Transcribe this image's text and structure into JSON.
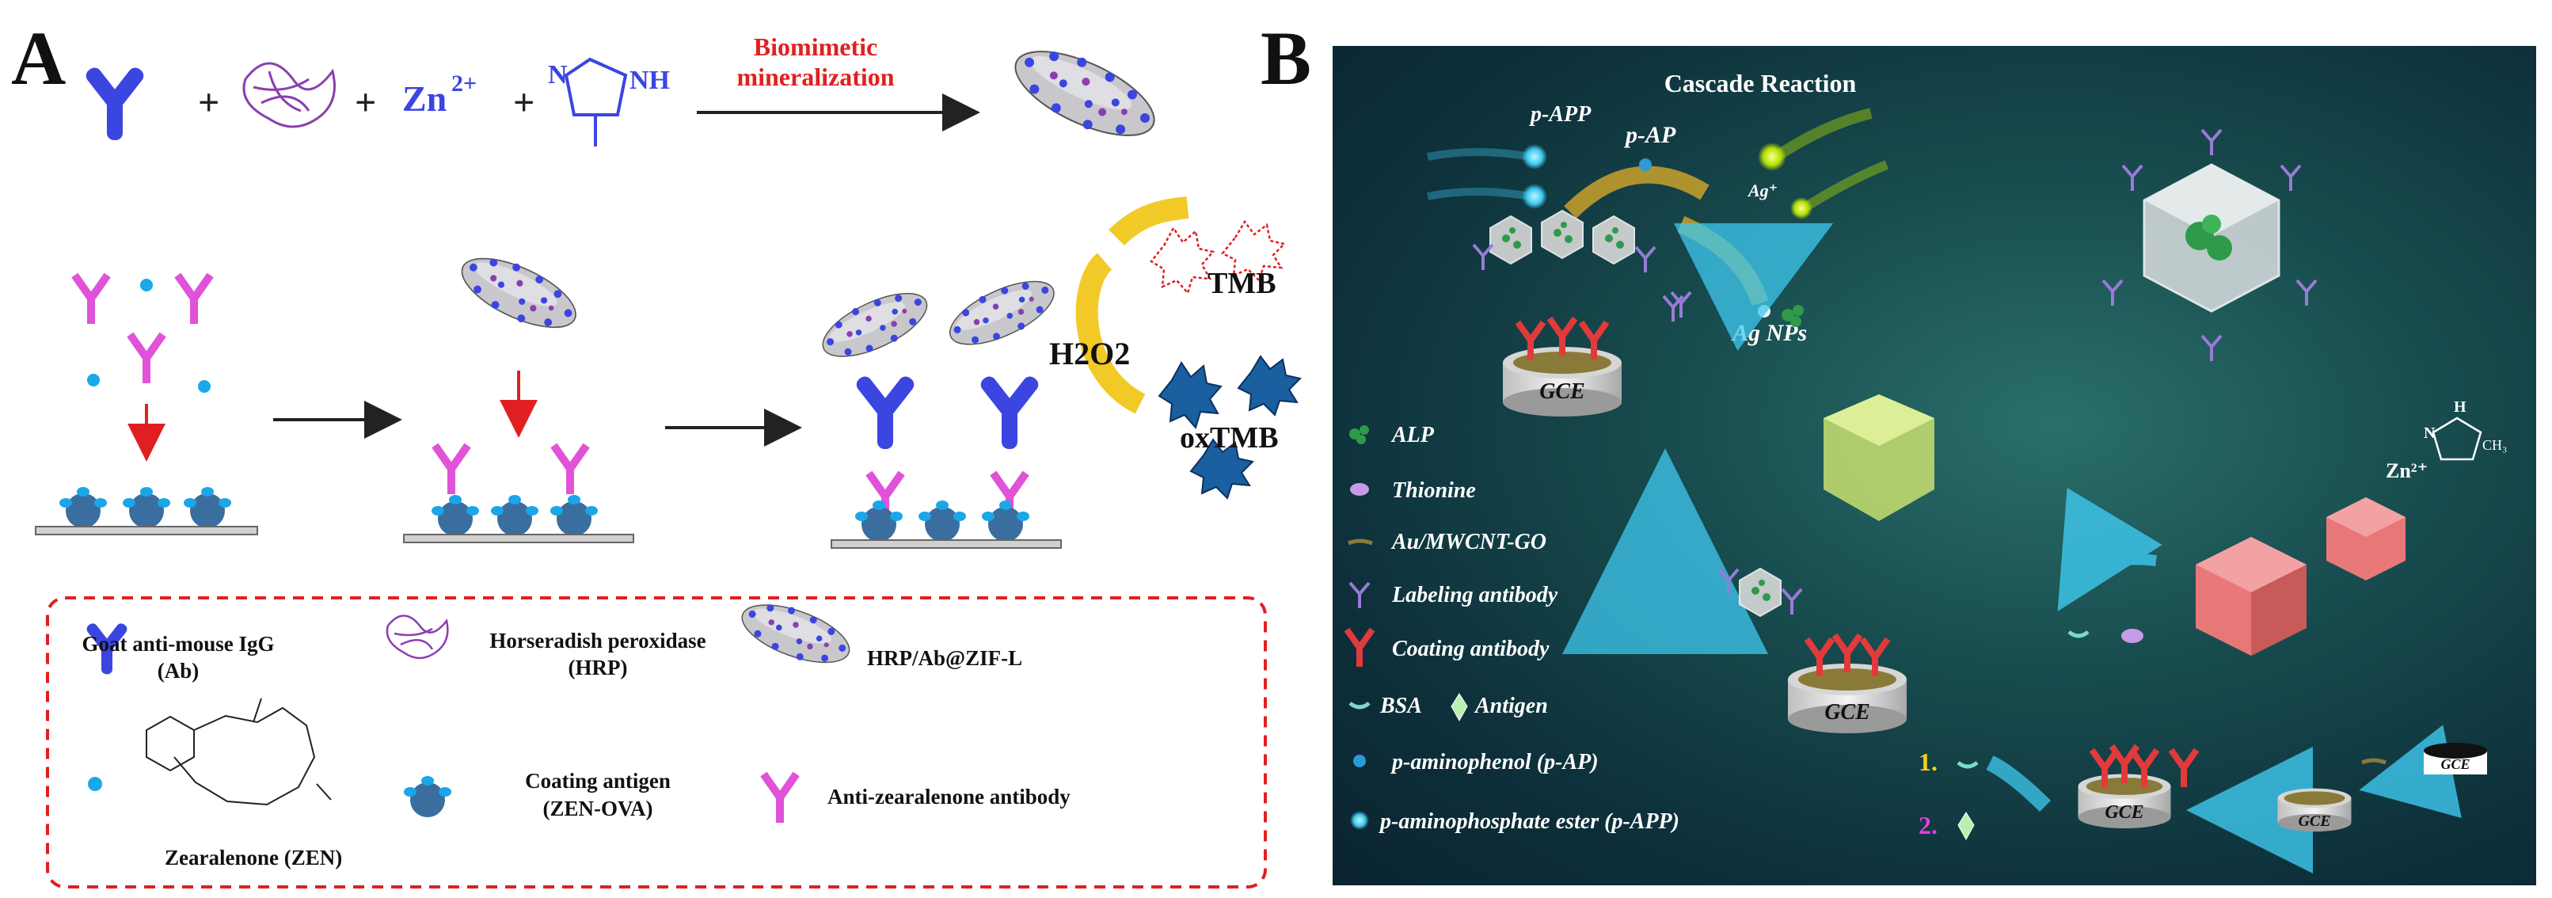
{
  "panel_labels": {
    "a": "A",
    "b": "B"
  },
  "panelA": {
    "row1": {
      "plus": "+",
      "zn": "Zn",
      "zn_charge": "2+",
      "nh": "NH",
      "n": "N",
      "arrow_label_line1": "Biomimetic",
      "arrow_label_line2": "mineralization"
    },
    "row2": {
      "h2o2": "H2O2",
      "tmb": "TMB",
      "oxtmb": "oxTMB"
    },
    "legend": {
      "ab_line1": "Goat anti-mouse IgG",
      "ab_line2": "(Ab)",
      "hrp_line1": "Horseradish peroxidase",
      "hrp_line2": "(HRP)",
      "hrp_zif": "HRP/Ab@ZIF-L",
      "zen": "Zearalenone (ZEN)",
      "coating_line1": "Coating antigen",
      "coating_line2": "(ZEN-OVA)",
      "anti_zen": "Anti-zearalenone antibody"
    }
  },
  "panelB": {
    "title": "Cascade Reaction",
    "p_app": "p-APP",
    "p_ap": "p-AP",
    "ag_ion": "Ag⁺",
    "ag_nps": "Ag NPs",
    "gce": "GCE",
    "zn": "Zn²⁺",
    "ch3": "CH₃",
    "h": "H",
    "n": "N",
    "step1": "1.",
    "step2": "2.",
    "legend": [
      {
        "label": "ALP",
        "icon": "alp-icon"
      },
      {
        "label": "Thionine",
        "icon": "thionine-icon"
      },
      {
        "label": "Au/MWCNT-GO",
        "icon": "au-mwcnt-go-icon"
      },
      {
        "label": "Labeling antibody",
        "icon": "labeling-antibody-icon"
      },
      {
        "label": "Coating antibody",
        "icon": "coating-antibody-icon"
      },
      {
        "label": "BSA",
        "icon": "bsa-icon"
      },
      {
        "label": "Antigen",
        "icon": "antigen-icon"
      },
      {
        "label": "p-aminophenol (p-AP)",
        "icon": "p-ap-icon"
      },
      {
        "label": "p-aminophosphate ester (p-APP)",
        "icon": "p-app-icon"
      }
    ],
    "colors": {
      "background": "#0d2f3a",
      "cyan_arrow": "#3fc9f0",
      "gold_arrow": "#c9a12a",
      "step1": "#f2d21b",
      "step2": "#e23ee0"
    }
  },
  "colors": {
    "ab_blue": "#3b45e0",
    "anti_zen_magenta": "#e052d8",
    "red_arrow": "#e02020",
    "arrow_label_red": "#e02020",
    "zen_dot": "#18a9e6",
    "dashed_border": "#e02020"
  }
}
